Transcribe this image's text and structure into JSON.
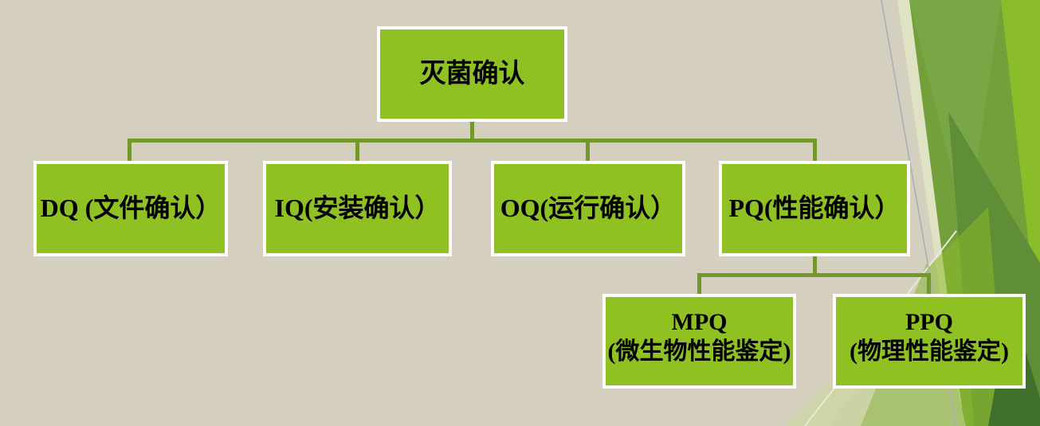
{
  "colors": {
    "background": "#d4cfbf",
    "box_fill": "#8fc122",
    "box_border": "#ffffff",
    "connector": "#74982a",
    "text": "#000000",
    "deco_bright": "#8bbc29",
    "deco_medium": "#74a03c",
    "deco_medium_light": "#7aa746",
    "deco_dark": "#5f8d38",
    "deco_darkest": "#40702b",
    "deco_pale_sliver": "#dfe3c4",
    "deco_sage": "#a9c272",
    "deco_pale_sage": "#ccd6a2",
    "deco_olive_gray": "#c6c3a6",
    "deco_gray_line": "#a9aeb6",
    "deco_light_line": "#e8ead8"
  },
  "orgchart": {
    "root": {
      "label": "灭菌确认"
    },
    "level2": [
      {
        "label": "DQ (文件确认）"
      },
      {
        "label": "IQ(安装确认）"
      },
      {
        "label": "OQ(运行确认）"
      },
      {
        "label": "PQ(性能确认）"
      }
    ],
    "level3": [
      {
        "line1": "MPQ",
        "line2": "(微生物性能鉴定)"
      },
      {
        "line1": "PPQ",
        "line2": "(物理性能鉴定)"
      }
    ]
  }
}
